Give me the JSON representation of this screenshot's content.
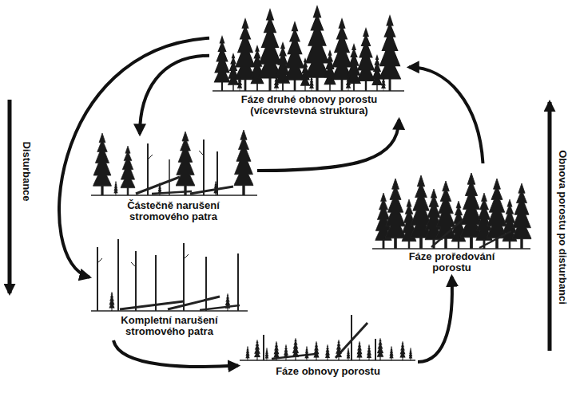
{
  "diagram": {
    "nodes": [
      {
        "text": [
          "Fáze druhé obnovy porostu (vícevrstevná struktura)"
        ]
      },
      {
        "text": [
          "Částečně narušení stromového patra"
        ]
      },
      {
        "text": [
          "Kompletní narušení stromového patra"
        ]
      },
      {
        "text": [
          "Fáze obnovy porostu"
        ]
      },
      {
        "text": [
          "Fáze proředování porostu"
        ]
      }
    ],
    "edges": [
      {
        "from": 0,
        "to": 1,
        "arrow": "to"
      },
      {
        "from": 1,
        "to": 0,
        "arrow": "to"
      },
      {
        "from": 0,
        "to": 2,
        "arrow": "to"
      },
      {
        "from": 2,
        "to": 3,
        "arrow": "to"
      },
      {
        "from": 3,
        "to": 4,
        "arrow": "to"
      },
      {
        "from": 4,
        "to": 0,
        "arrow": "to"
      }
    ],
    "labels": [
      "Disturbance",
      "Obnova porostu po disturbanci"
    ]
  }
}
